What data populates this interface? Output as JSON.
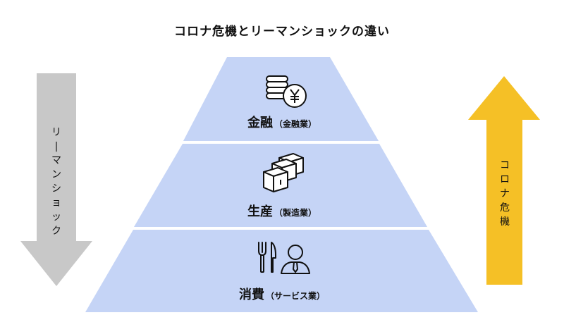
{
  "title": "コロナ危機とリーマンショックの違い",
  "left_arrow": {
    "label": "リーマンショック",
    "color": "#c8c8c8",
    "direction": "down"
  },
  "right_arrow": {
    "label": "コロナ危機",
    "color": "#f5c026",
    "direction": "up"
  },
  "pyramid_color": "#c5d4f6",
  "tiers": [
    {
      "main": "金融",
      "sub": "（金融業）",
      "icon": "yen-coins-icon"
    },
    {
      "main": "生産",
      "sub": "（製造業）",
      "icon": "boxes-icon"
    },
    {
      "main": "消費",
      "sub": "（サービス業）",
      "icon": "diner-icon"
    }
  ]
}
